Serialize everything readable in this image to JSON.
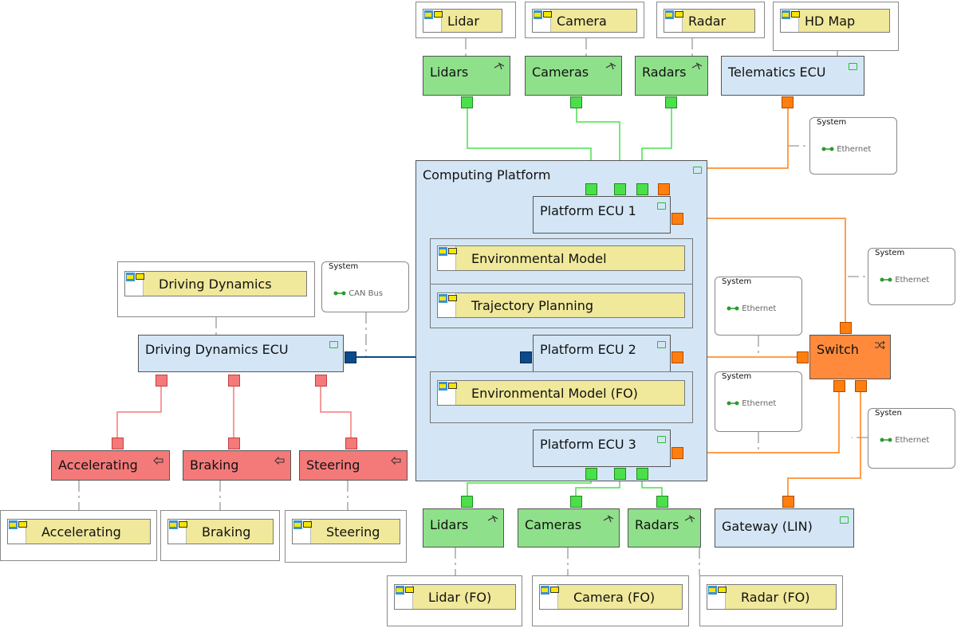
{
  "sensors_top": {
    "lidar": "Lidar",
    "camera": "Camera",
    "radar": "Radar",
    "hdmap": "HD Map",
    "lidars": "Lidars",
    "cameras": "Cameras",
    "radars": "Radars"
  },
  "telematics": "Telematics ECU",
  "computing_platform": "Computing Platform",
  "platform_ecu_1": "Platform ECU 1",
  "platform_ecu_2": "Platform ECU 2",
  "platform_ecu_3": "Platform ECU 3",
  "functions": {
    "env_model": "Environmental Model",
    "trajectory": "Trajectory Planning",
    "env_model_fo": "Environmental Model (FO)",
    "driving_dynamics": "Driving Dynamics",
    "accelerating": "Accelerating",
    "braking": "Braking",
    "steering": "Steering",
    "lidar_fo": "Lidar (FO)",
    "camera_fo": "Camera (FO)",
    "radar_fo": "Radar (FO)"
  },
  "driving_dynamics_ecu": "Driving Dynamics ECU",
  "actuators": {
    "accelerating": "Accelerating",
    "braking": "Braking",
    "steering": "Steering"
  },
  "switch": "Switch",
  "gateway": "Gateway (LIN)",
  "sensors_bottom": {
    "lidars": "Lidars",
    "cameras": "Cameras",
    "radars": "Radars"
  },
  "systems": {
    "can": {
      "title": "System",
      "entry": "CAN Bus"
    },
    "eth1": {
      "title": "System",
      "entry": "Ethernet"
    },
    "eth2": {
      "title": "System",
      "entry": "Ethernet"
    },
    "eth3": {
      "title": "System",
      "entry": "Ethernet"
    },
    "eth4": {
      "title": "System",
      "entry": "Ethernet"
    },
    "eth5": {
      "title": "Systen",
      "entry": "Ethernet"
    }
  },
  "colors": {
    "green_link": "#4be04b",
    "orange_link": "#ff7f0e",
    "red_link": "#f47a7a",
    "blue_link": "#0d4a8a",
    "dash": "#9a9a9a"
  }
}
